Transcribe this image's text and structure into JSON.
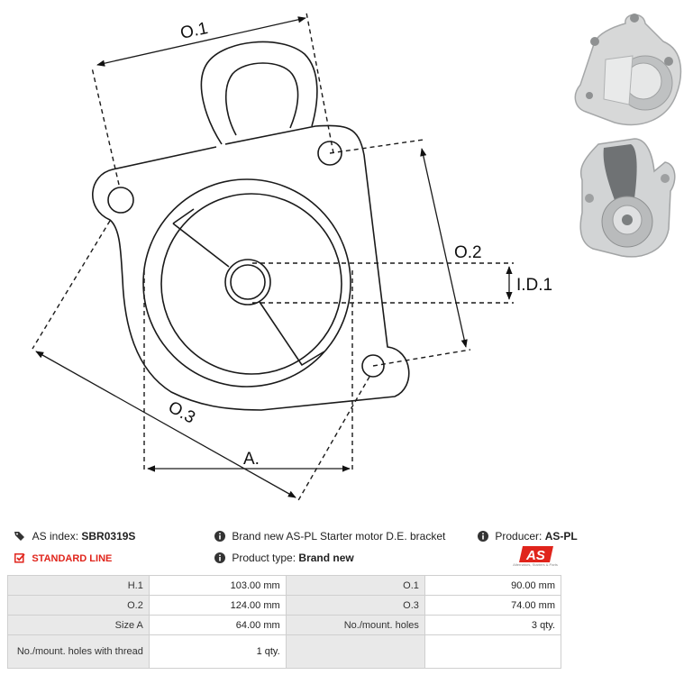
{
  "drawing_labels": {
    "o1": "O.1",
    "o2": "O.2",
    "o3": "O.3",
    "a": "A.",
    "id1": "I.D.1"
  },
  "info": {
    "as_index_label": "AS index:",
    "as_index_value": "SBR0319S",
    "description": "Brand new AS-PL Starter motor D.E. bracket",
    "producer_label": "Producer:",
    "producer_value": "AS-PL",
    "line": "STANDARD LINE",
    "product_type_label": "Product type:",
    "product_type_value": "Brand new",
    "logo_text": "AS",
    "logo_tagline": "Alternators, Starters & Parts"
  },
  "specs": [
    [
      "H.1",
      "103.00 mm",
      "O.1",
      "90.00 mm"
    ],
    [
      "O.2",
      "124.00 mm",
      "O.3",
      "74.00 mm"
    ],
    [
      "Size A",
      "64.00 mm",
      "No./mount. holes",
      "3 qty."
    ],
    [
      "No./mount. holes with thread",
      "1 qty.",
      "",
      ""
    ]
  ],
  "colors": {
    "accent_red": "#e0241b",
    "table_key_bg": "#e9e9e9"
  },
  "icons": [
    "tags-icon",
    "info-icon",
    "checkbox-icon"
  ]
}
